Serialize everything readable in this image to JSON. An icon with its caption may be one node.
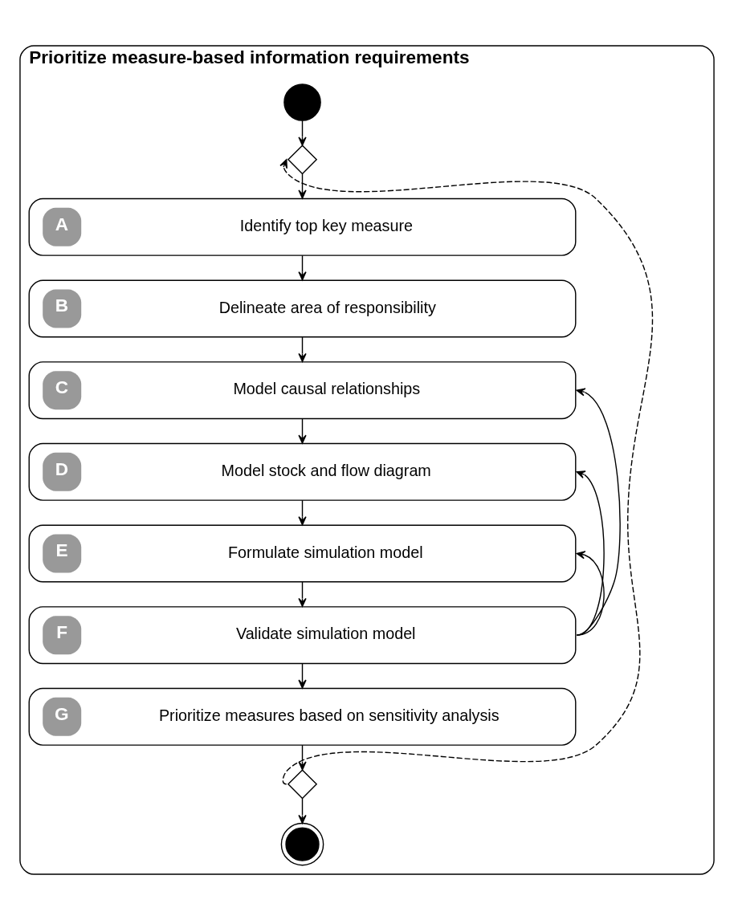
{
  "diagram": {
    "nodes": [
      {
        "text": [
          "Prioritize measure-based information requirements"
        ]
      },
      {
        "text": [],
        "shape": "circle",
        "in": 0
      },
      {
        "text": [],
        "shape": "diamond",
        "in": 0
      },
      {
        "text": [
          "A",
          "Identify top key measure"
        ],
        "in": 0
      },
      {
        "text": [
          "B",
          "Delineate area of responsibility"
        ],
        "in": 0
      },
      {
        "text": [
          "C",
          "Model causal relationships"
        ],
        "in": 0
      },
      {
        "text": [
          "D",
          "Model stock and flow diagram"
        ],
        "in": 0
      },
      {
        "text": [
          "E",
          "Formulate simulation model"
        ],
        "in": 0
      },
      {
        "text": [
          "F",
          "Validate simulation model"
        ],
        "in": 0
      },
      {
        "text": [
          "G",
          "Prioritize measures based on sensitivity analysis"
        ],
        "in": 0
      },
      {
        "text": [],
        "shape": "diamond",
        "in": 0
      },
      {
        "text": [],
        "shape": "circle",
        "in": 0
      }
    ],
    "edges": [
      {
        "from": 1,
        "to": 2,
        "arrow": "to"
      },
      {
        "from": 2,
        "to": 3,
        "arrow": "to"
      },
      {
        "from": 3,
        "to": 4,
        "arrow": "to"
      },
      {
        "from": 4,
        "to": 5,
        "arrow": "to"
      },
      {
        "from": 5,
        "to": 6,
        "arrow": "to"
      },
      {
        "from": 6,
        "to": 7,
        "arrow": "to"
      },
      {
        "from": 7,
        "to": 8,
        "arrow": "to"
      },
      {
        "from": 8,
        "to": 9,
        "arrow": "to"
      },
      {
        "from": 9,
        "to": 10,
        "arrow": "to"
      },
      {
        "from": 10,
        "to": 11,
        "arrow": "to"
      },
      {
        "from": 10,
        "to": 2,
        "arrow": "to",
        "style": "dashed"
      },
      {
        "from": 8,
        "to": 5,
        "arrow": "to"
      },
      {
        "from": 8,
        "to": 6,
        "arrow": "to"
      },
      {
        "from": 8,
        "to": 7,
        "arrow": "to"
      }
    ]
  }
}
